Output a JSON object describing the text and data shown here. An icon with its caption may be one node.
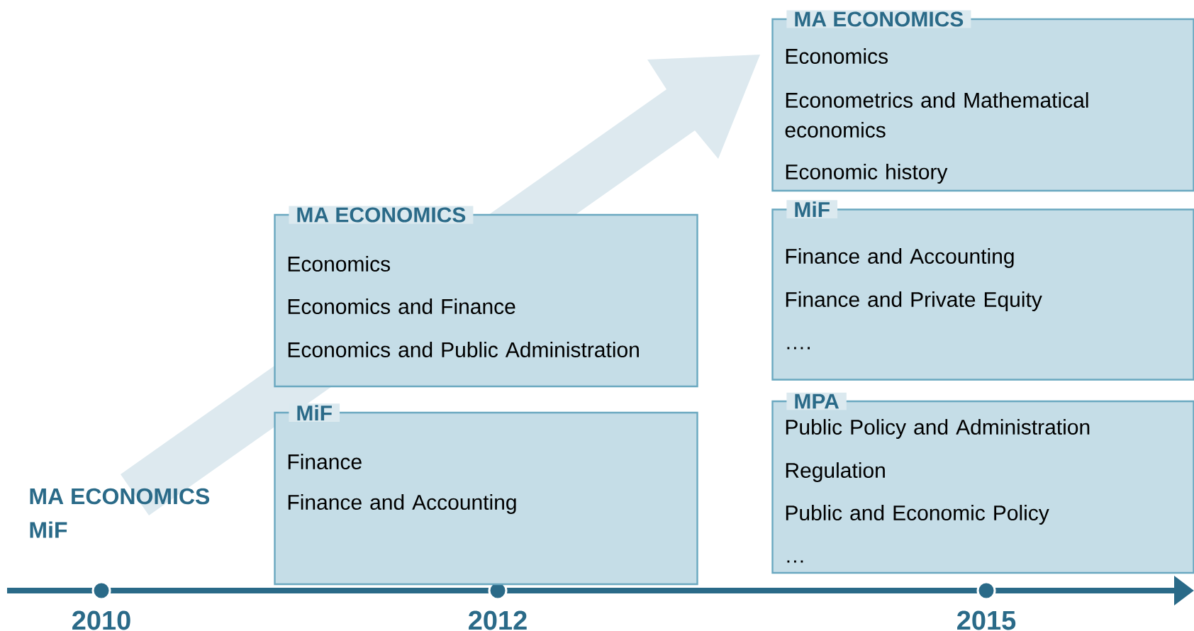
{
  "diagram": {
    "nodes": [
      {
        "text": [
          "MA ECONOMICS",
          "Economics",
          "Economics and Finance",
          "Economics and Public Administration"
        ]
      },
      {
        "text": [
          "MiF",
          "Finance",
          "Finance and Accounting"
        ]
      },
      {
        "text": [
          "MA ECONOMICS",
          "Economics",
          "Econometrics and Mathematical economics",
          "Economic history"
        ]
      },
      {
        "text": [
          "MiF",
          "Finance and Accounting",
          "Finance and Private Equity",
          "…."
        ]
      },
      {
        "text": [
          "MPA",
          "Public Policy and Administration",
          "Regulation",
          "Public and Economic Policy",
          "…"
        ]
      }
    ],
    "labels": [
      "MA ECONOMICS",
      "MiF",
      "2010",
      "2012",
      "2015"
    ]
  }
}
